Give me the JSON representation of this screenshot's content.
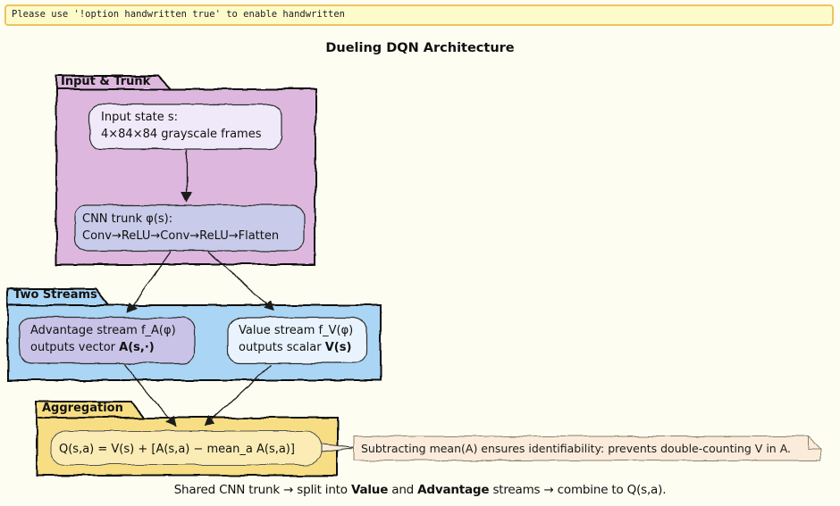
{
  "banner": {
    "text": "Please use '!option handwritten true' to enable handwritten"
  },
  "title": "Dueling DQN Architecture",
  "diagram": {
    "groups": {
      "input_trunk": {
        "label": "Input & Trunk"
      },
      "two_streams": {
        "label": "Two Streams"
      },
      "aggregation": {
        "label": "Aggregation"
      }
    },
    "nodes": {
      "input_state": {
        "line1": "Input state s:",
        "line2": "4×84×84 grayscale frames"
      },
      "cnn_trunk": {
        "line1": "CNN trunk φ(s):",
        "line2": "Conv→ReLU→Conv→ReLU→Flatten"
      },
      "advantage_stream": {
        "line1": "Advantage stream f_A(φ)",
        "line2_prefix": "outputs vector ",
        "line2_bold": "A(s,·)"
      },
      "value_stream": {
        "line1": "Value stream f_V(φ)",
        "line2_prefix": "outputs scalar ",
        "line2_bold": "V(s)"
      },
      "q_formula": {
        "text": "Q(s,a) = V(s) + [A(s,a) − mean_a A(s,a)]"
      }
    },
    "note": {
      "text": "Subtracting mean(A) ensures identifiability: prevents double-counting V in A."
    },
    "caption": {
      "part1": "Shared CNN trunk → split into ",
      "bold1": "Value",
      "part2": " and ",
      "bold2": "Advantage",
      "part3": " streams → combine to Q(s,a)."
    }
  },
  "colors": {
    "background": "#fdfdf2",
    "banner_fill": "#fefbcb",
    "banner_border": "#eec45f",
    "package_input_trunk": "#ddb7de",
    "node_input_state": "#efe9f9",
    "node_cnn_trunk": "#c8cbe9",
    "package_two_streams": "#aad5f5",
    "node_advantage": "#c8c3e7",
    "node_value": "#e9f3fd",
    "package_aggregation": "#f7dd83",
    "node_q": "#faecb4",
    "note_fill": "#faebdb",
    "line": "#1a1a1a"
  }
}
